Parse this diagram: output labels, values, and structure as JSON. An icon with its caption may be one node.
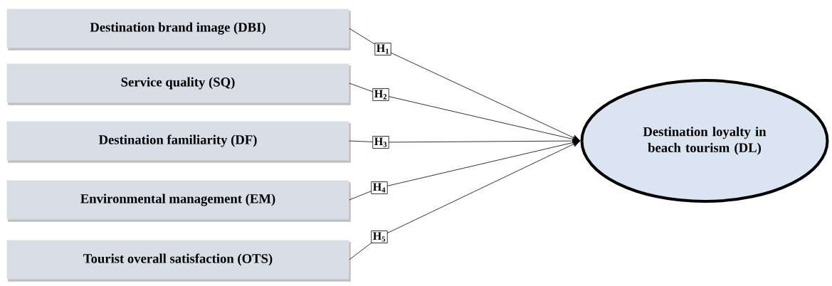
{
  "diagram": {
    "nodes": [
      {
        "text": [
          "Destination brand image (DBI)"
        ]
      },
      {
        "text": [
          "Service quality (SQ)"
        ]
      },
      {
        "text": [
          "Destination familiarity (DF)"
        ]
      },
      {
        "text": [
          "Environmental management (EM)"
        ]
      },
      {
        "text": [
          "Tourist overall satisfaction (OTS)"
        ]
      },
      {
        "text": [
          "Destination loyalty in beach tourism (DL)"
        ]
      }
    ],
    "edges": [
      {
        "from": 0,
        "to": 5,
        "arrow": "to",
        "label": "H$_{1}$"
      },
      {
        "from": 1,
        "to": 5,
        "arrow": "to",
        "label": "H$_{2}$"
      },
      {
        "from": 2,
        "to": 5,
        "arrow": "to",
        "label": "H$_{3}$"
      },
      {
        "from": 3,
        "to": 5,
        "arrow": "to",
        "label": "H$_{4}$"
      },
      {
        "from": 4,
        "to": 5,
        "arrow": "to",
        "label": "H$_{5}$"
      }
    ]
  }
}
